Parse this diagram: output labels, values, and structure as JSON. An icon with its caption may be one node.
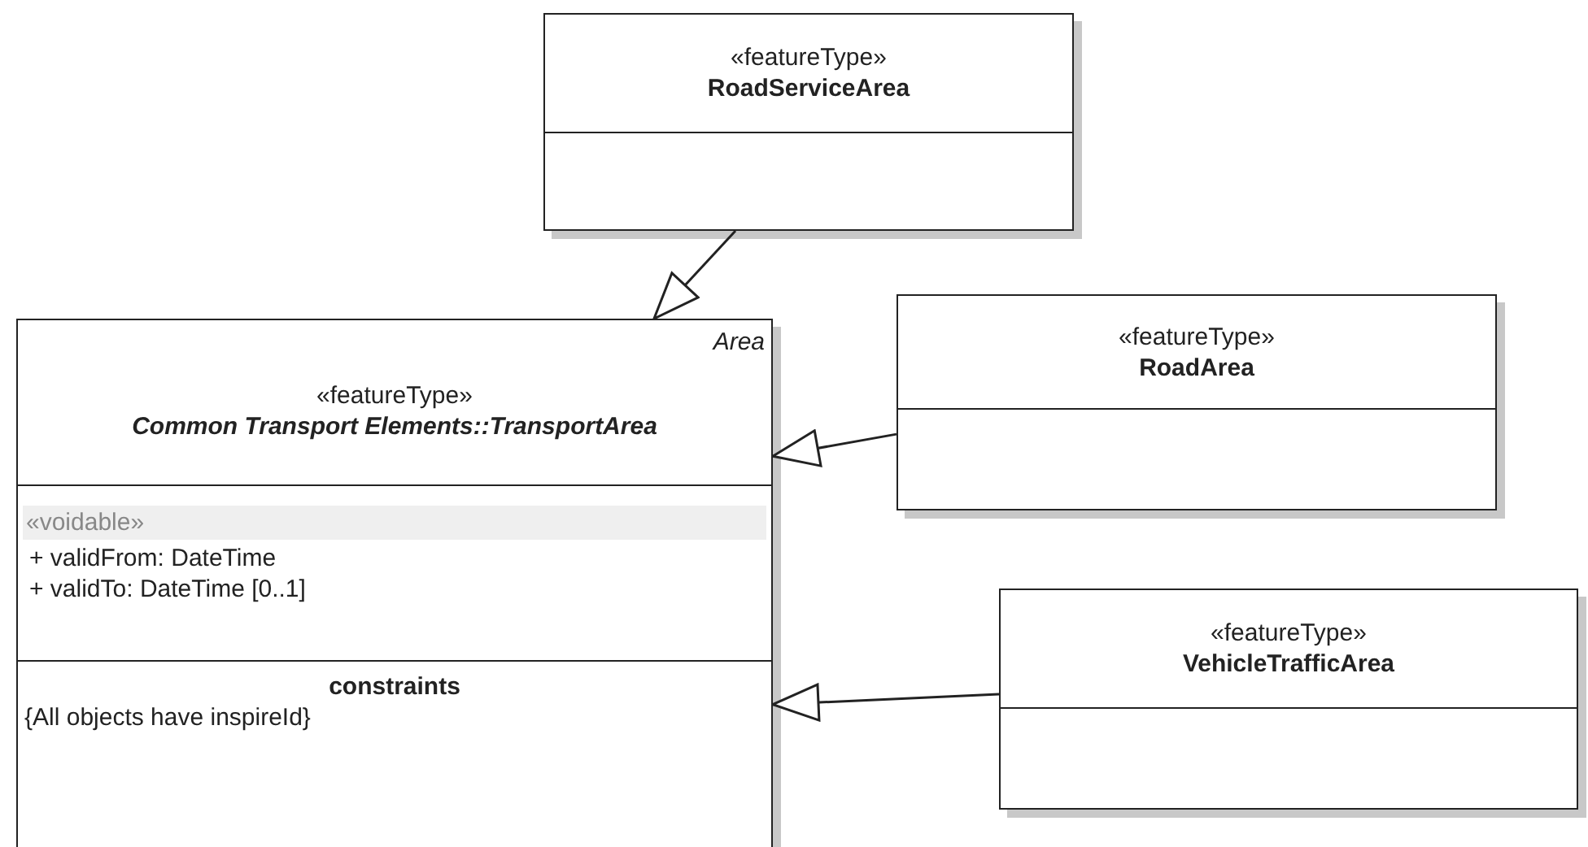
{
  "diagram": {
    "nodes": [
      {
        "text": [
          "«featureType»",
          "RoadServiceArea"
        ]
      },
      {
        "text": [
          "Area",
          "«featureType»",
          "Common Transport Elements::TransportArea",
          "«voidable»",
          "+ validFrom: DateTime",
          "+ validTo: DateTime [0..1]",
          "constraints",
          "{All objects have inspireId}"
        ]
      },
      {
        "text": [
          "«featureType»",
          "RoadArea"
        ]
      },
      {
        "text": [
          "«featureType»",
          "VehicleTrafficArea"
        ]
      }
    ],
    "edges": [
      {
        "from": 0,
        "to": 1,
        "arrow": "to"
      },
      {
        "from": 2,
        "to": 1,
        "arrow": "to"
      },
      {
        "from": 3,
        "to": 1,
        "arrow": "to"
      }
    ]
  }
}
